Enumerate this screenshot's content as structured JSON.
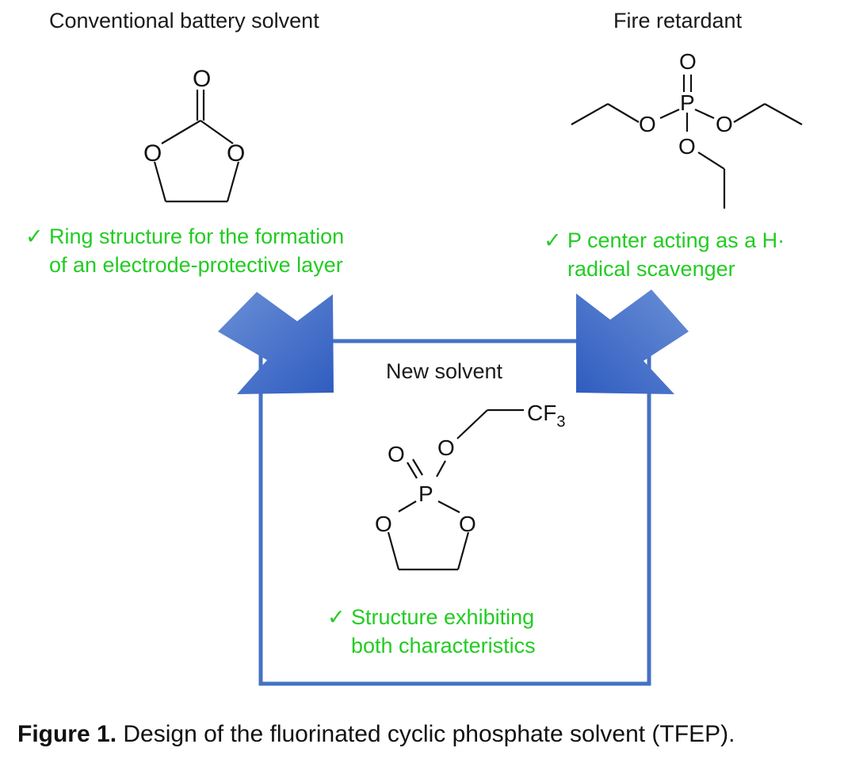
{
  "left_panel": {
    "title": "Conventional battery solvent",
    "check": "✓",
    "note_line1": "Ring structure for the formation",
    "note_line2": "of an electrode-protective layer"
  },
  "right_panel": {
    "title": "Fire retardant",
    "check": "✓",
    "note_line1": "P center acting as a H·",
    "note_line2": "radical scavenger"
  },
  "center_panel": {
    "title": "New solvent",
    "check": "✓",
    "note_line1": "Structure exhibiting",
    "note_line2": "both characteristics"
  },
  "atoms": {
    "oxygen": "O",
    "phosphorus": "P",
    "cf3_main": "CF",
    "cf3_sub": "3"
  },
  "caption": {
    "label": "Figure 1.",
    "text": " Design of the fluorinated cyclic phosphate solvent (TFEP)."
  },
  "colors": {
    "note_green": "#22cc22",
    "box_blue": "#4472c4",
    "arrow_blue": "#3a66c4"
  }
}
